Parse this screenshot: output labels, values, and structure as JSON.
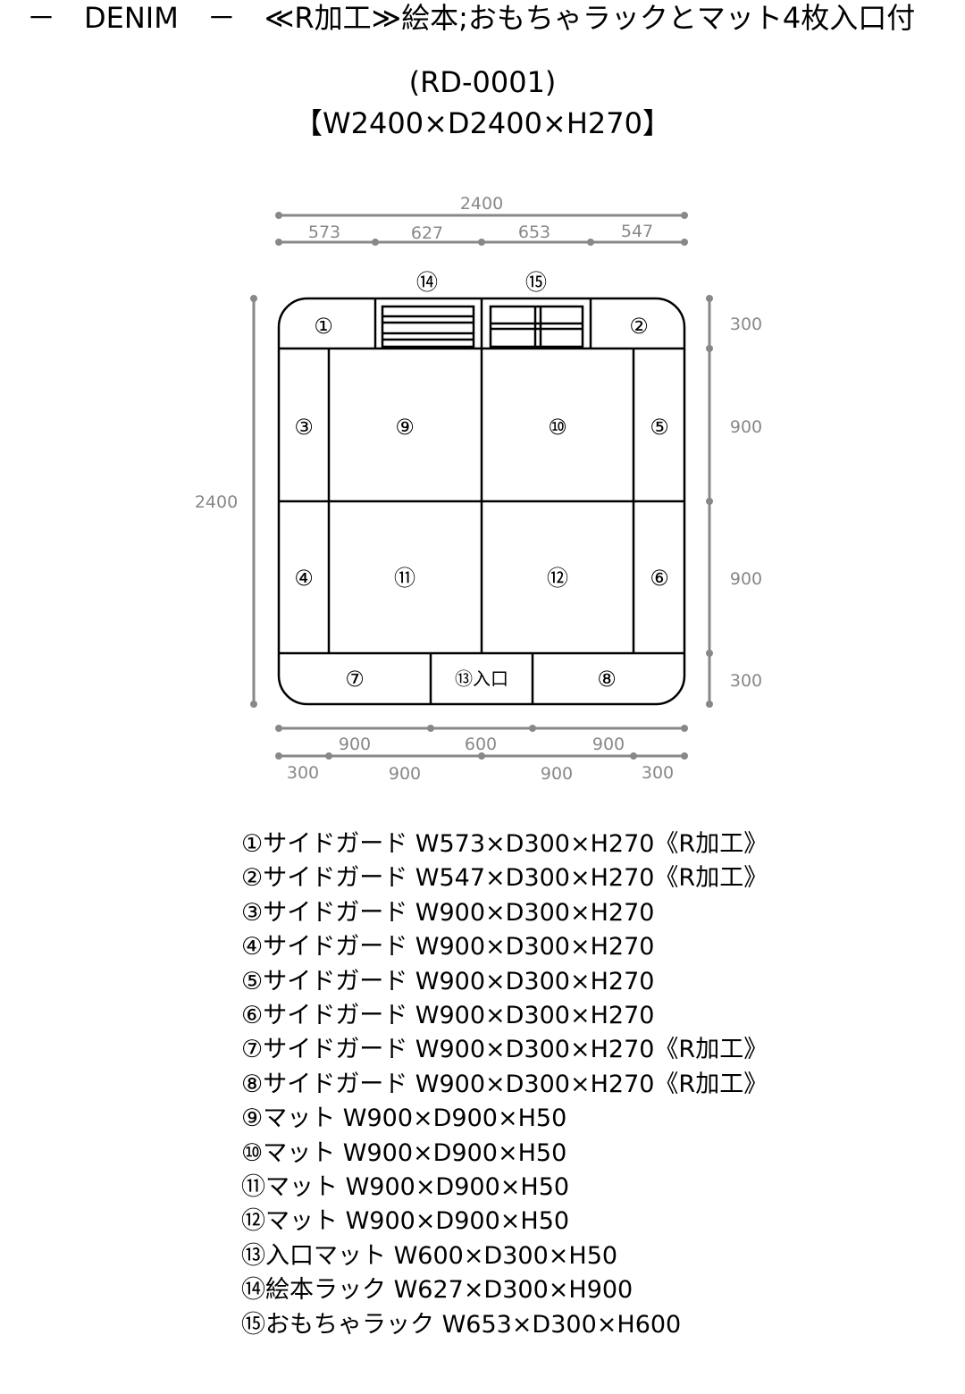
{
  "header": {
    "line1": "－　DENIM　－　≪R加工≫絵本;おもちゃラックとマット4枚入口付",
    "line2": "(RD-0001)",
    "line3": "【W2400×D2400×H270】"
  },
  "dimensions": {
    "top_total": "2400",
    "top_parts": [
      "573",
      "627",
      "653",
      "547"
    ],
    "left_total": "2400",
    "right_parts": [
      "300",
      "900",
      "900",
      "300"
    ],
    "bottom_row1": [
      "900",
      "600",
      "900"
    ],
    "bottom_row2": [
      "300",
      "900",
      "900",
      "300"
    ]
  },
  "plan_labels": {
    "p1": "①",
    "p2": "②",
    "p3": "③",
    "p4": "④",
    "p5": "⑤",
    "p6": "⑥",
    "p7": "⑦",
    "p8": "⑧",
    "p9": "⑨",
    "p10": "⑩",
    "p11": "⑪",
    "p12": "⑫",
    "p13": "⑬入口",
    "p14": "⑭",
    "p15": "⑮"
  },
  "parts_list": [
    "①サイドガード W573×D300×H270《R加工》",
    "②サイドガード W547×D300×H270《R加工》",
    "③サイドガード W900×D300×H270",
    "④サイドガード W900×D300×H270",
    "⑤サイドガード W900×D300×H270",
    "⑥サイドガード W900×D300×H270",
    "⑦サイドガード W900×D300×H270《R加工》",
    "⑧サイドガード W900×D300×H270《R加工》",
    "⑨マット W900×D900×H50",
    "⑩マット W900×D900×H50",
    "⑪マット W900×D900×H50",
    "⑫マット W900×D900×H50",
    "⑬入口マット W600×D300×H50",
    "⑭絵本ラック W627×D300×H900",
    "⑮おもちゃラック W653×D300×H600"
  ]
}
